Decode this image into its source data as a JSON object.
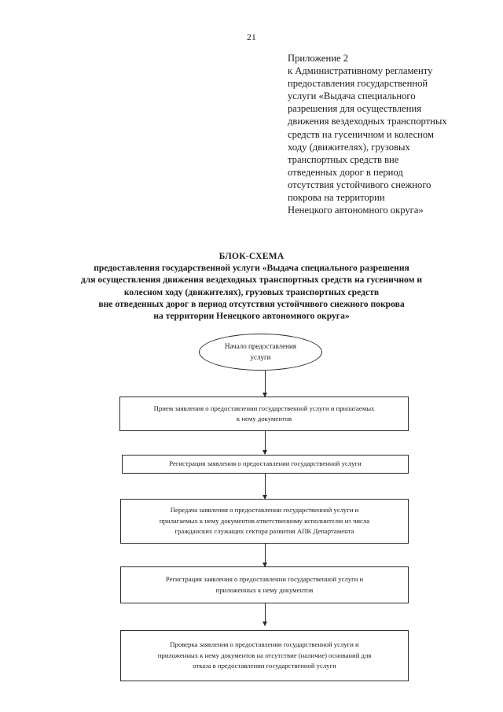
{
  "page": {
    "number": "21"
  },
  "appendix": {
    "lines": [
      "Приложение 2",
      "к Административному регламенту",
      "предоставления государственной",
      "услуги «Выдача специального",
      "разрешения для осуществления",
      "движения вездеходных транспортных",
      "средств на гусеничном и колесном",
      "ходу (движителях), грузовых",
      "транспортных средств вне",
      "отведенных дорог в период",
      "отсутствия устойчивого снежного",
      "покрова на территории",
      "Ненецкого автономного округа»"
    ]
  },
  "title": {
    "heading": "БЛОК-СХЕМА",
    "lines": [
      "предоставления государственной услуги «Выдача специального разрешения",
      "для осуществления движения вездеходных транспортных средств на гусеничном и",
      "колесном ходу (движителях), грузовых транспортных средств",
      "вне отведенных дорог в период отсутствия устойчивого снежного покрова",
      "на территории Ненецкого автономного округа»"
    ]
  },
  "flowchart": {
    "type": "flowchart",
    "orientation": "vertical",
    "nodes": [
      {
        "id": "start",
        "shape": "ellipse",
        "lines": [
          "Начало предоставления",
          "услуги"
        ]
      },
      {
        "id": "step-1",
        "shape": "rectangle",
        "lines": [
          "Прием заявления о предоставлении государственной услуги и прилагаемых",
          "к нему документов"
        ]
      },
      {
        "id": "step-2",
        "shape": "rectangle",
        "lines": [
          "Регистрация заявления о предоставлении государственной услуги"
        ]
      },
      {
        "id": "step-3",
        "shape": "rectangle",
        "lines": [
          "Передача заявления о предоставлении государственной услуги и",
          "прилагаемых к нему документов ответственному исполнителю из числа",
          "гражданских служащих сектора развития АПК Департамента"
        ]
      },
      {
        "id": "step-4",
        "shape": "rectangle",
        "lines": [
          "Регистрация заявления о предоставлении государственной услуги и",
          "приложенных к нему документов"
        ]
      },
      {
        "id": "step-5",
        "shape": "rectangle",
        "lines": [
          "Проверка заявления о предоставлении государственной услуги и",
          "приложенных к нему документов на отсутствие (наличие) оснований для",
          "отказа в предоставлении государственной услуги"
        ]
      }
    ],
    "edges": [
      {
        "from": "start",
        "to": "step-1"
      },
      {
        "from": "step-1",
        "to": "step-2"
      },
      {
        "from": "step-2",
        "to": "step-3"
      },
      {
        "from": "step-3",
        "to": "step-4"
      },
      {
        "from": "step-4",
        "to": "step-5"
      }
    ],
    "colors": {
      "stroke": "#2b2b2b",
      "fill": "#ffffff"
    }
  }
}
